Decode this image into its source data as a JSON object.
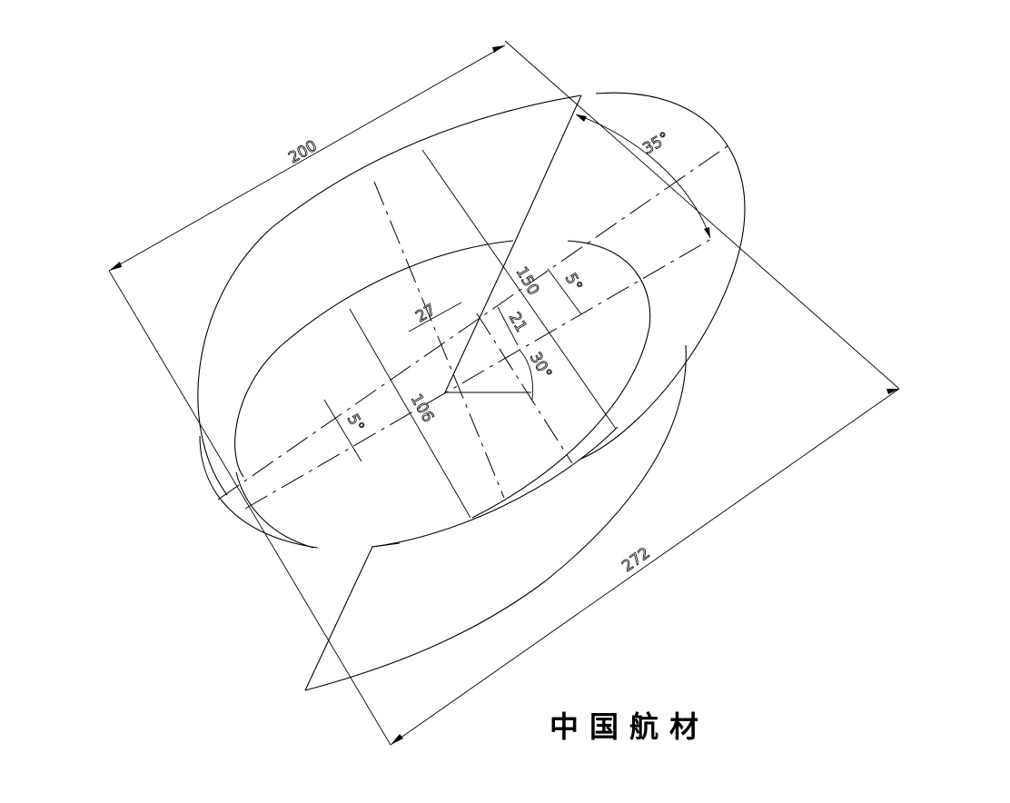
{
  "title": "中国航材",
  "dimensions": {
    "overall_width": "200",
    "overall_length": "272",
    "outer_height": "150",
    "inner_height": "106",
    "offset_27": "27",
    "offset_21": "21",
    "angle_35": "35°",
    "angle_30": "30°",
    "angle_5_upper": "5°",
    "angle_5_lower": "5°"
  },
  "colors": {
    "line": "#000000",
    "background": "#ffffff"
  }
}
